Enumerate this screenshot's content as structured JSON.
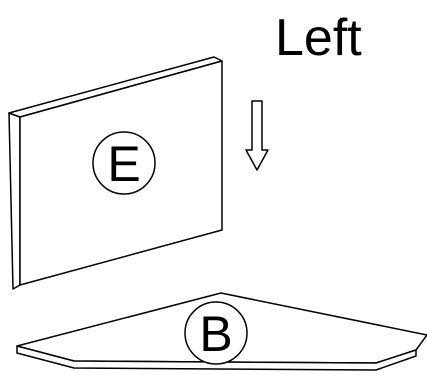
{
  "diagram": {
    "title": "Left",
    "panel_upright": {
      "label": "E"
    },
    "panel_base": {
      "label": "B"
    },
    "arrow_direction": "down",
    "colors": {
      "stroke": "#000000",
      "fill": "#ffffff"
    }
  }
}
